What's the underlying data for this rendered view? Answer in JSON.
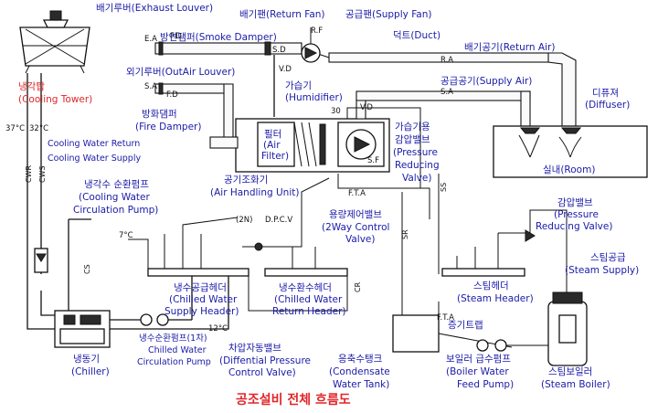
{
  "title": "공조설비 전체 흐름도",
  "labels": {
    "exhaust_louver": "배기루버(Exhaust Louver)",
    "smoke_damper": "방연댐퍼(Smoke Damper)",
    "return_fan": "배기팬(Return Fan)",
    "supply_fan": "공급팬(Supply Fan)",
    "duct": "덕트(Duct)",
    "outair_louver": "외기루버(OutAir Louver)",
    "return_air": "배기공기(Return Air)",
    "supply_air": "공급공기(Supply Air)",
    "cooling_tower_kr": "냉각탑",
    "cooling_tower_en": "(Cooling Tower)",
    "fire_damper_kr": "방화댐퍼",
    "fire_damper_en": "(Fire Damper)",
    "humidifier_kr": "가습기",
    "humidifier_en": "(Humidifier)",
    "filter_kr": "필터",
    "filter_en1": "(Air",
    "filter_en2": "Filter)",
    "diffuser_kr": "디퓨져",
    "diffuser_en": "(Diffuser)",
    "humid_prv_kr": "가습기용",
    "humid_prv_kr2": "감압밸브",
    "humid_prv_en1": "(Pressure",
    "humid_prv_en2": "Reducing",
    "humid_prv_en3": "Valve)",
    "room": "실내(Room)",
    "cw_return": "Cooling Water Return",
    "cw_supply": "Cooling Water Supply",
    "ahu_kr": "공기조화기",
    "ahu_en": "(Air Handling Unit)",
    "cw_pump_kr": "냉각수 순환펌프",
    "cw_pump_en1": "(Cooling Water",
    "cw_pump_en2": "Circulation Pump)",
    "twoway_kr": "용량제어밸브",
    "twoway_en1": "(2Way Control",
    "twoway_en2": "Valve)",
    "steam_prv_kr": "감압밸브",
    "steam_prv_en1": "(Pressure",
    "steam_prv_en2": "Reducing Valve)",
    "steam_supply_kr": "스팀공급",
    "steam_supply_en": "(Steam Supply)",
    "chs_header_kr": "냉수공급헤더",
    "chs_header_en1": "(Chilled Water",
    "chs_header_en2": "Supply Header)",
    "chr_header_kr": "냉수환수헤더",
    "chr_header_en1": "(Chilled Water",
    "chr_header_en2": "Return Header)",
    "steam_header_kr": "스팀헤더",
    "steam_header_en": "(Steam Header)",
    "steam_trap": "증기트랩",
    "chw_pump_kr": "냉수순환펌프(1차)",
    "chw_pump_en1": "Chilled Water",
    "chw_pump_en2": "Circulation Pump",
    "dpcv_kr": "차압자동밸브",
    "dpcv_en1": "(Diffential Pressure",
    "dpcv_en2": "Control Valve)",
    "chiller_kr": "냉동기",
    "chiller_en": "(Chiller)",
    "cond_tank_kr": "응축수탱크",
    "cond_tank_en1": "(Condensate",
    "cond_tank_en2": "Water Tank)",
    "feed_pump_kr": "보일러 급수펌프",
    "feed_pump_en1": "(Boiler Water",
    "feed_pump_en2": "Feed Pump)",
    "steam_boiler_kr": "스팀보일러",
    "steam_boiler_en": "(Steam Boiler)"
  },
  "tags": {
    "ea": "E.A",
    "fd1": "F.D",
    "sd": "S.D",
    "rf": "R.F",
    "sa_left": "S.A",
    "fd2": "F.D",
    "vd1": "V.D",
    "ra": "R.A",
    "sa_right": "S.A",
    "vd2": "V.D",
    "sf": "S.F",
    "fta1": "F.T.A",
    "fta2": "F.T.A",
    "twon": "(2N)",
    "dpcv": "D.P.C.V",
    "t37": "37°C",
    "t32": "32°C",
    "t7": "7°C",
    "t12": "12°C",
    "cwr": "CWR",
    "cws": "CWS",
    "cs": "CS",
    "cr": "CR",
    "ss": "SS",
    "sr": "SR",
    "n30": "30"
  },
  "colors": {
    "labels": "#1a1aa8",
    "accent_red": "#e0262a",
    "lines": "#111111"
  }
}
